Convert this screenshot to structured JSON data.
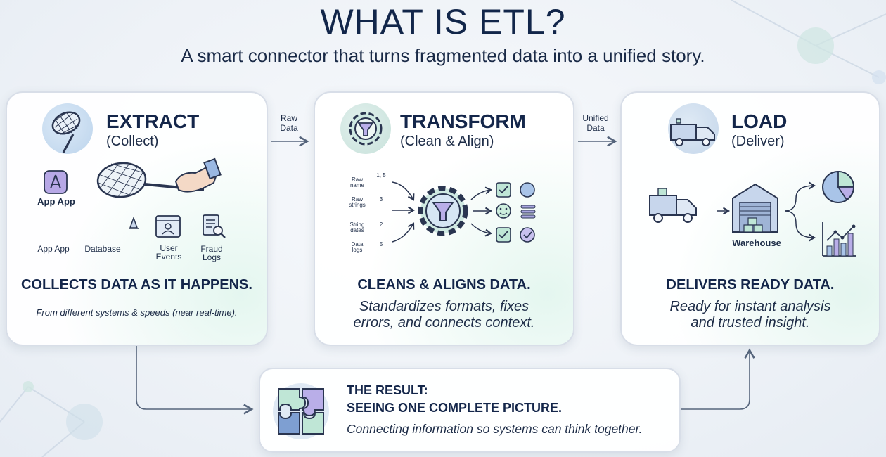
{
  "title": "WHAT IS ETL?",
  "subtitle": "A smart connector that turns fragmented data into a unified story.",
  "extract": {
    "title": "EXTRACT",
    "subtitle": "(Collect)",
    "app_label": "App App",
    "sources": [
      "App App",
      "Database",
      "User Events",
      "Fraud Logs"
    ],
    "tagline": "COLLECTS DATA AS IT HAPPENS.",
    "description": "From different systems & speeds (near real-time)."
  },
  "flow1": "Raw Data",
  "transform": {
    "title": "TRANSFORM",
    "subtitle": "(Clean & Align)",
    "inputs": [
      "Raw name",
      "Raw strings",
      "String dates",
      "Data logs"
    ],
    "numbers": [
      "1, 5",
      "3",
      "2",
      "5"
    ],
    "tagline": "CLEANS & ALIGNS DATA.",
    "description": "Standardizes formats, fixes errors, and connects context."
  },
  "flow2": "Unified Data",
  "load": {
    "title": "LOAD",
    "subtitle": "(Deliver)",
    "warehouse": "Warehouse",
    "tagline": "DELIVERS READY DATA.",
    "description": "Ready for instant analysis and trusted insight."
  },
  "result": {
    "line1": "THE RESULT:",
    "line2": "SEEING ONE COMPLETE PICTURE.",
    "line3": "Connecting information so systems can think together."
  },
  "colors": {
    "navy": "#14264a",
    "teal": "#8fd4c0",
    "lavender": "#a9a6e0",
    "blue": "#9cc0e6"
  },
  "icons": [
    "net-icon",
    "gear-funnel-icon",
    "truck-icon",
    "puzzle-icon",
    "warehouse-icon",
    "pie-chart-icon",
    "bar-chart-icon"
  ]
}
